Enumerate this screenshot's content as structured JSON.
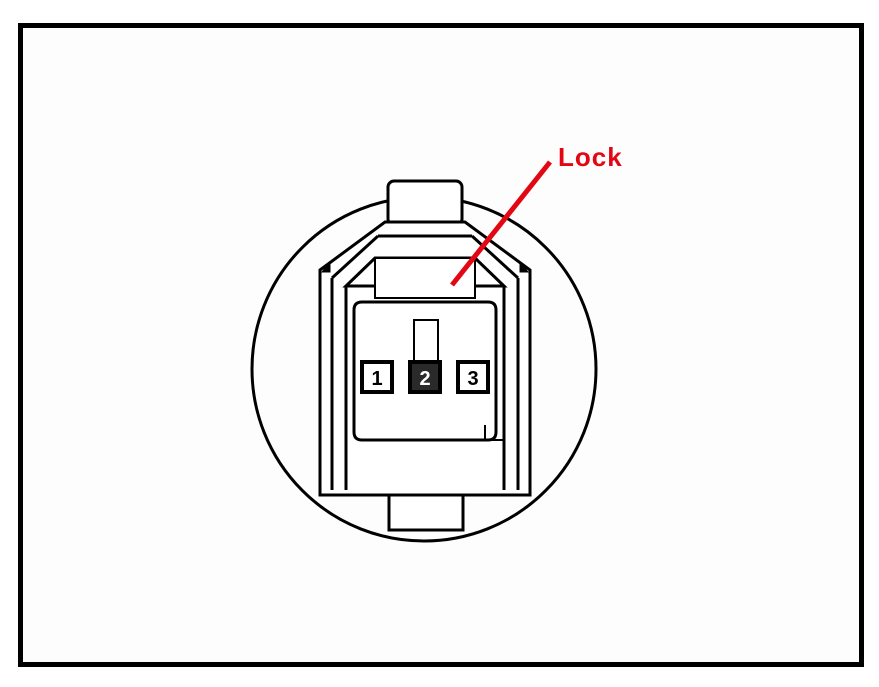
{
  "diagram": {
    "callout": {
      "label": "Lock"
    },
    "pins": [
      {
        "label": "1"
      },
      {
        "label": "2"
      },
      {
        "label": "3"
      }
    ],
    "colors": {
      "callout": "#e30613",
      "lines": "#000000",
      "pin_fill": "#ffffff",
      "pin_fill_dark": "#2a2a2a"
    }
  }
}
